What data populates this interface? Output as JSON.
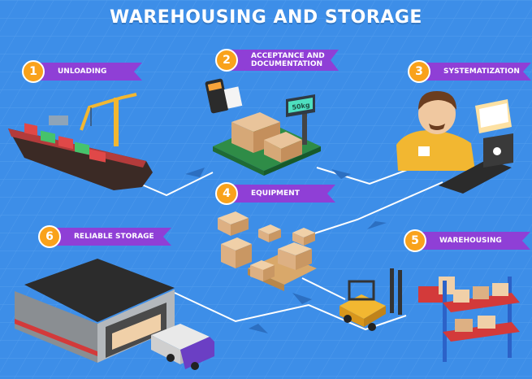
{
  "title": "WAREHOUSING AND STORAGE",
  "colors": {
    "background": "#3d8ee8",
    "grid": "#5aa2ef",
    "path": "#ffffff",
    "ribbon": "#8f3fd6",
    "badge": "#f9a21b"
  },
  "steps": [
    {
      "number": "1",
      "label": "UNLOADING",
      "label_line2": ""
    },
    {
      "number": "2",
      "label": "ACCEPTANCE AND",
      "label_line2": "DOCUMENTATION"
    },
    {
      "number": "3",
      "label": "SYSTEMATIZATION",
      "label_line2": ""
    },
    {
      "number": "4",
      "label": "EQUIPMENT",
      "label_line2": ""
    },
    {
      "number": "5",
      "label": "WAREHOUSING",
      "label_line2": ""
    },
    {
      "number": "6",
      "label": "RELIABLE STORAGE",
      "label_line2": ""
    }
  ],
  "scale_display": "50kg",
  "icons": [
    "ship-icon",
    "scale-icon",
    "worker-icon",
    "boxes-icon",
    "forklift-icon",
    "warehouse-icon",
    "truck-icon"
  ]
}
